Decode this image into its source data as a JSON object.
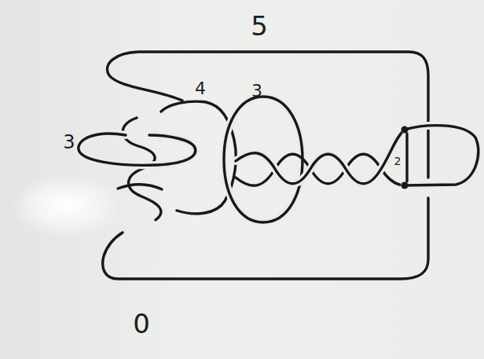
{
  "diagram": {
    "labels": [
      "5",
      "4",
      "3",
      "3",
      "2",
      "0"
    ]
  }
}
